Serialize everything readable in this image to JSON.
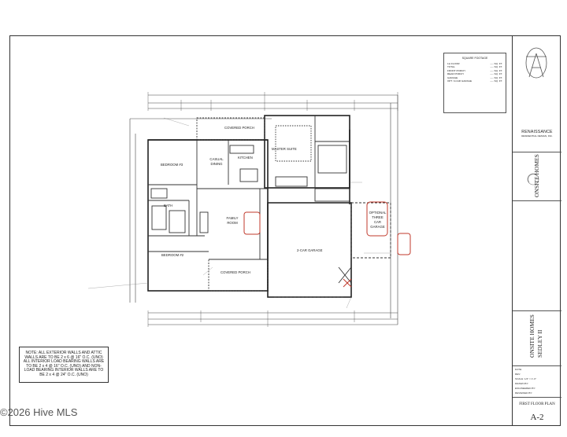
{
  "square_footage": {
    "title": "SQUARE FOOTAGE",
    "rows": [
      {
        "label": "1st FLOOR",
        "value": "---- SQ. FT."
      },
      {
        "label": "TOTAL",
        "value": "---- SQ. FT."
      },
      {
        "label": "FRONT PORCH",
        "value": "---- SQ. FT."
      },
      {
        "label": "REAR PORCH",
        "value": "---- SQ. FT."
      },
      {
        "label": "GARAGE",
        "value": "---- SQ. FT."
      },
      {
        "label": "OPT. 3-CAR GARAGE",
        "value": "---- SQ. FT."
      }
    ]
  },
  "title_block": {
    "logo_name": "RENAISSANCE",
    "logo_sub": "RESIDENTIAL DESIGN, INC.",
    "brand": "ONSITE HOMES",
    "project_name": "ONSITE HOMES",
    "plan_name": "SEDLEY II",
    "fields": [
      {
        "label": "DATE:"
      },
      {
        "label": "REV:"
      },
      {
        "label": "SCALE: 1/4\" = 1'-0\""
      },
      {
        "label": "DRAWN BY:"
      },
      {
        "label": "ENGINEERED BY:"
      },
      {
        "label": "REVIEWED BY:"
      }
    ],
    "sheet_title": "FIRST FLOOR PLAN",
    "sheet_number": "A-2"
  },
  "rooms": {
    "covered_porch_rear": "COVERED PORCH",
    "master_suite": "MASTER SUITE",
    "bedroom_3": "BEDROOM #3",
    "casual_dining": "CASUAL DINING",
    "kitchen": "KITCHEN",
    "family_room": "FAMILY ROOM",
    "bedroom_2": "BEDROOM #2",
    "bath": "BATH",
    "covered_porch_front": "COVERED PORCH",
    "two_car_garage": "2-CAR GARAGE",
    "optional_garage": "OPTIONAL THREE CAR GARAGE"
  },
  "general_note": "NOTE: ALL EXTERIOR WALLS AND ATTIC WALLS ARE TO BE 2 x 6 @ 16\" O.C. (UNO) ALL INTERIOR LOAD BEARING WALLS ARE TO BE 2 x 4 @ 16\" O.C. (UNO) AND NON-LOAD BEARING INTERIOR WALLS ARE TO BE 2 x 4 @ 24\" O.C. (UNO)",
  "watermark": "©2026 Hive MLS",
  "colors": {
    "highlight": "#c0392b",
    "line": "#333333"
  }
}
